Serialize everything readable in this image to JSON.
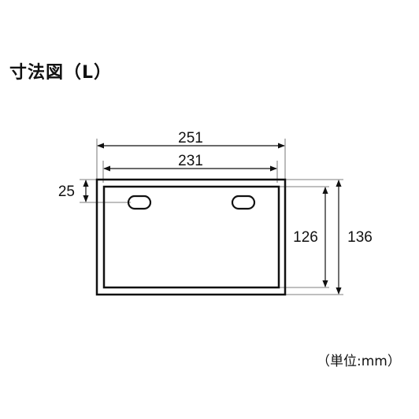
{
  "title": "寸法図（L）",
  "unit_note": "（単位:mm）",
  "dimensions": {
    "outer_width": "251",
    "inner_width": "231",
    "hole_offset": "25",
    "inner_height": "126",
    "outer_height": "136"
  }
}
